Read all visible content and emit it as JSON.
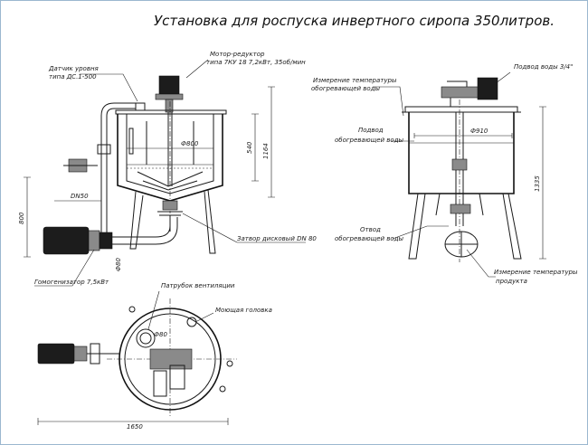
{
  "title": "Установка для роспуска инвертного сиропа 350литров.",
  "labels": {
    "level_sensor": "Датчик уровня",
    "level_sensor_type": "типа ДС.1-500",
    "motor_reducer": "Мотор-редуктор",
    "motor_reducer_type": "типа 7КУ 18 7,2кВт, 35об/мин",
    "temp_heating_water": "Измерение температуры",
    "temp_heating_water_2": "обогревающей воды",
    "water_inlet": "Подвод воды 3/4\"",
    "heating_water_inlet": "Подвод",
    "heating_water_inlet_2": "обогревающей воды",
    "heating_water_outlet": "Отвод",
    "heating_water_outlet_2": "обогревающей воды",
    "disc_valve": "Затвор дисковый DN 80",
    "homogenizer": "Гомогенизатор 7,5кВт",
    "product_temp": "Измерение температуры",
    "product_temp_2": "продукта",
    "vent_pipe": "Патрубок вентиляции",
    "wash_head": "Моющая головка"
  },
  "dimensions": {
    "d_tank_left": "Ф800",
    "d_tank_right": "Ф910",
    "h_540": "540",
    "h_1164": "1164",
    "h_800": "800",
    "h_1335": "1335",
    "dn50": "DN50",
    "d80": "Ф80",
    "d_plan_vent": "Ф80",
    "w_1650": "1650"
  }
}
